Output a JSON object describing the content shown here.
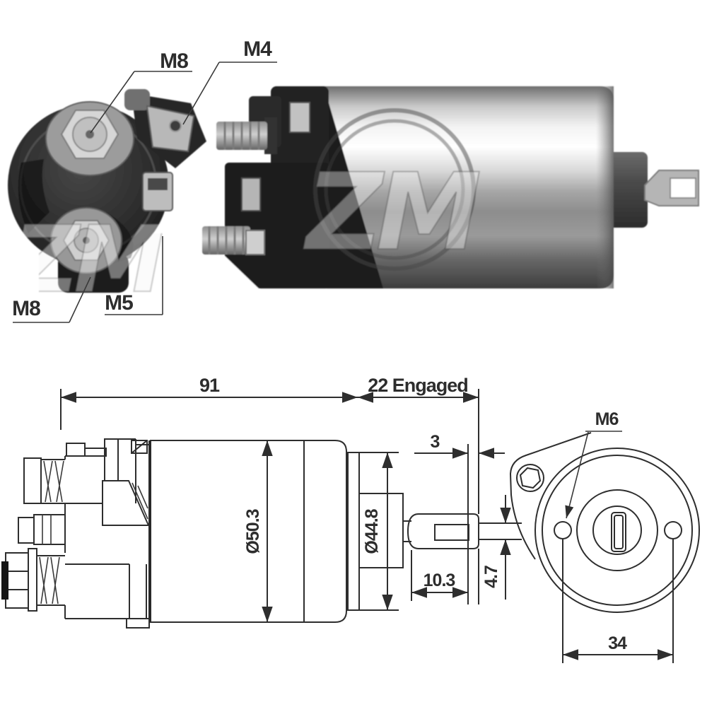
{
  "front_view": {
    "m8_top": "M8",
    "m4": "M4",
    "m8_bottom": "M8",
    "m5": "M5"
  },
  "drawing": {
    "overall_length": "91",
    "engaged": "22 Engaged",
    "gap": "3",
    "body_diameter": "Ø50.3",
    "flange_diameter": "Ø44.8",
    "plunger_length": "10.3",
    "rod_diameter": "4.7",
    "m6": "M6",
    "hole_spacing": "34"
  },
  "watermark": {
    "text": "ZM"
  }
}
